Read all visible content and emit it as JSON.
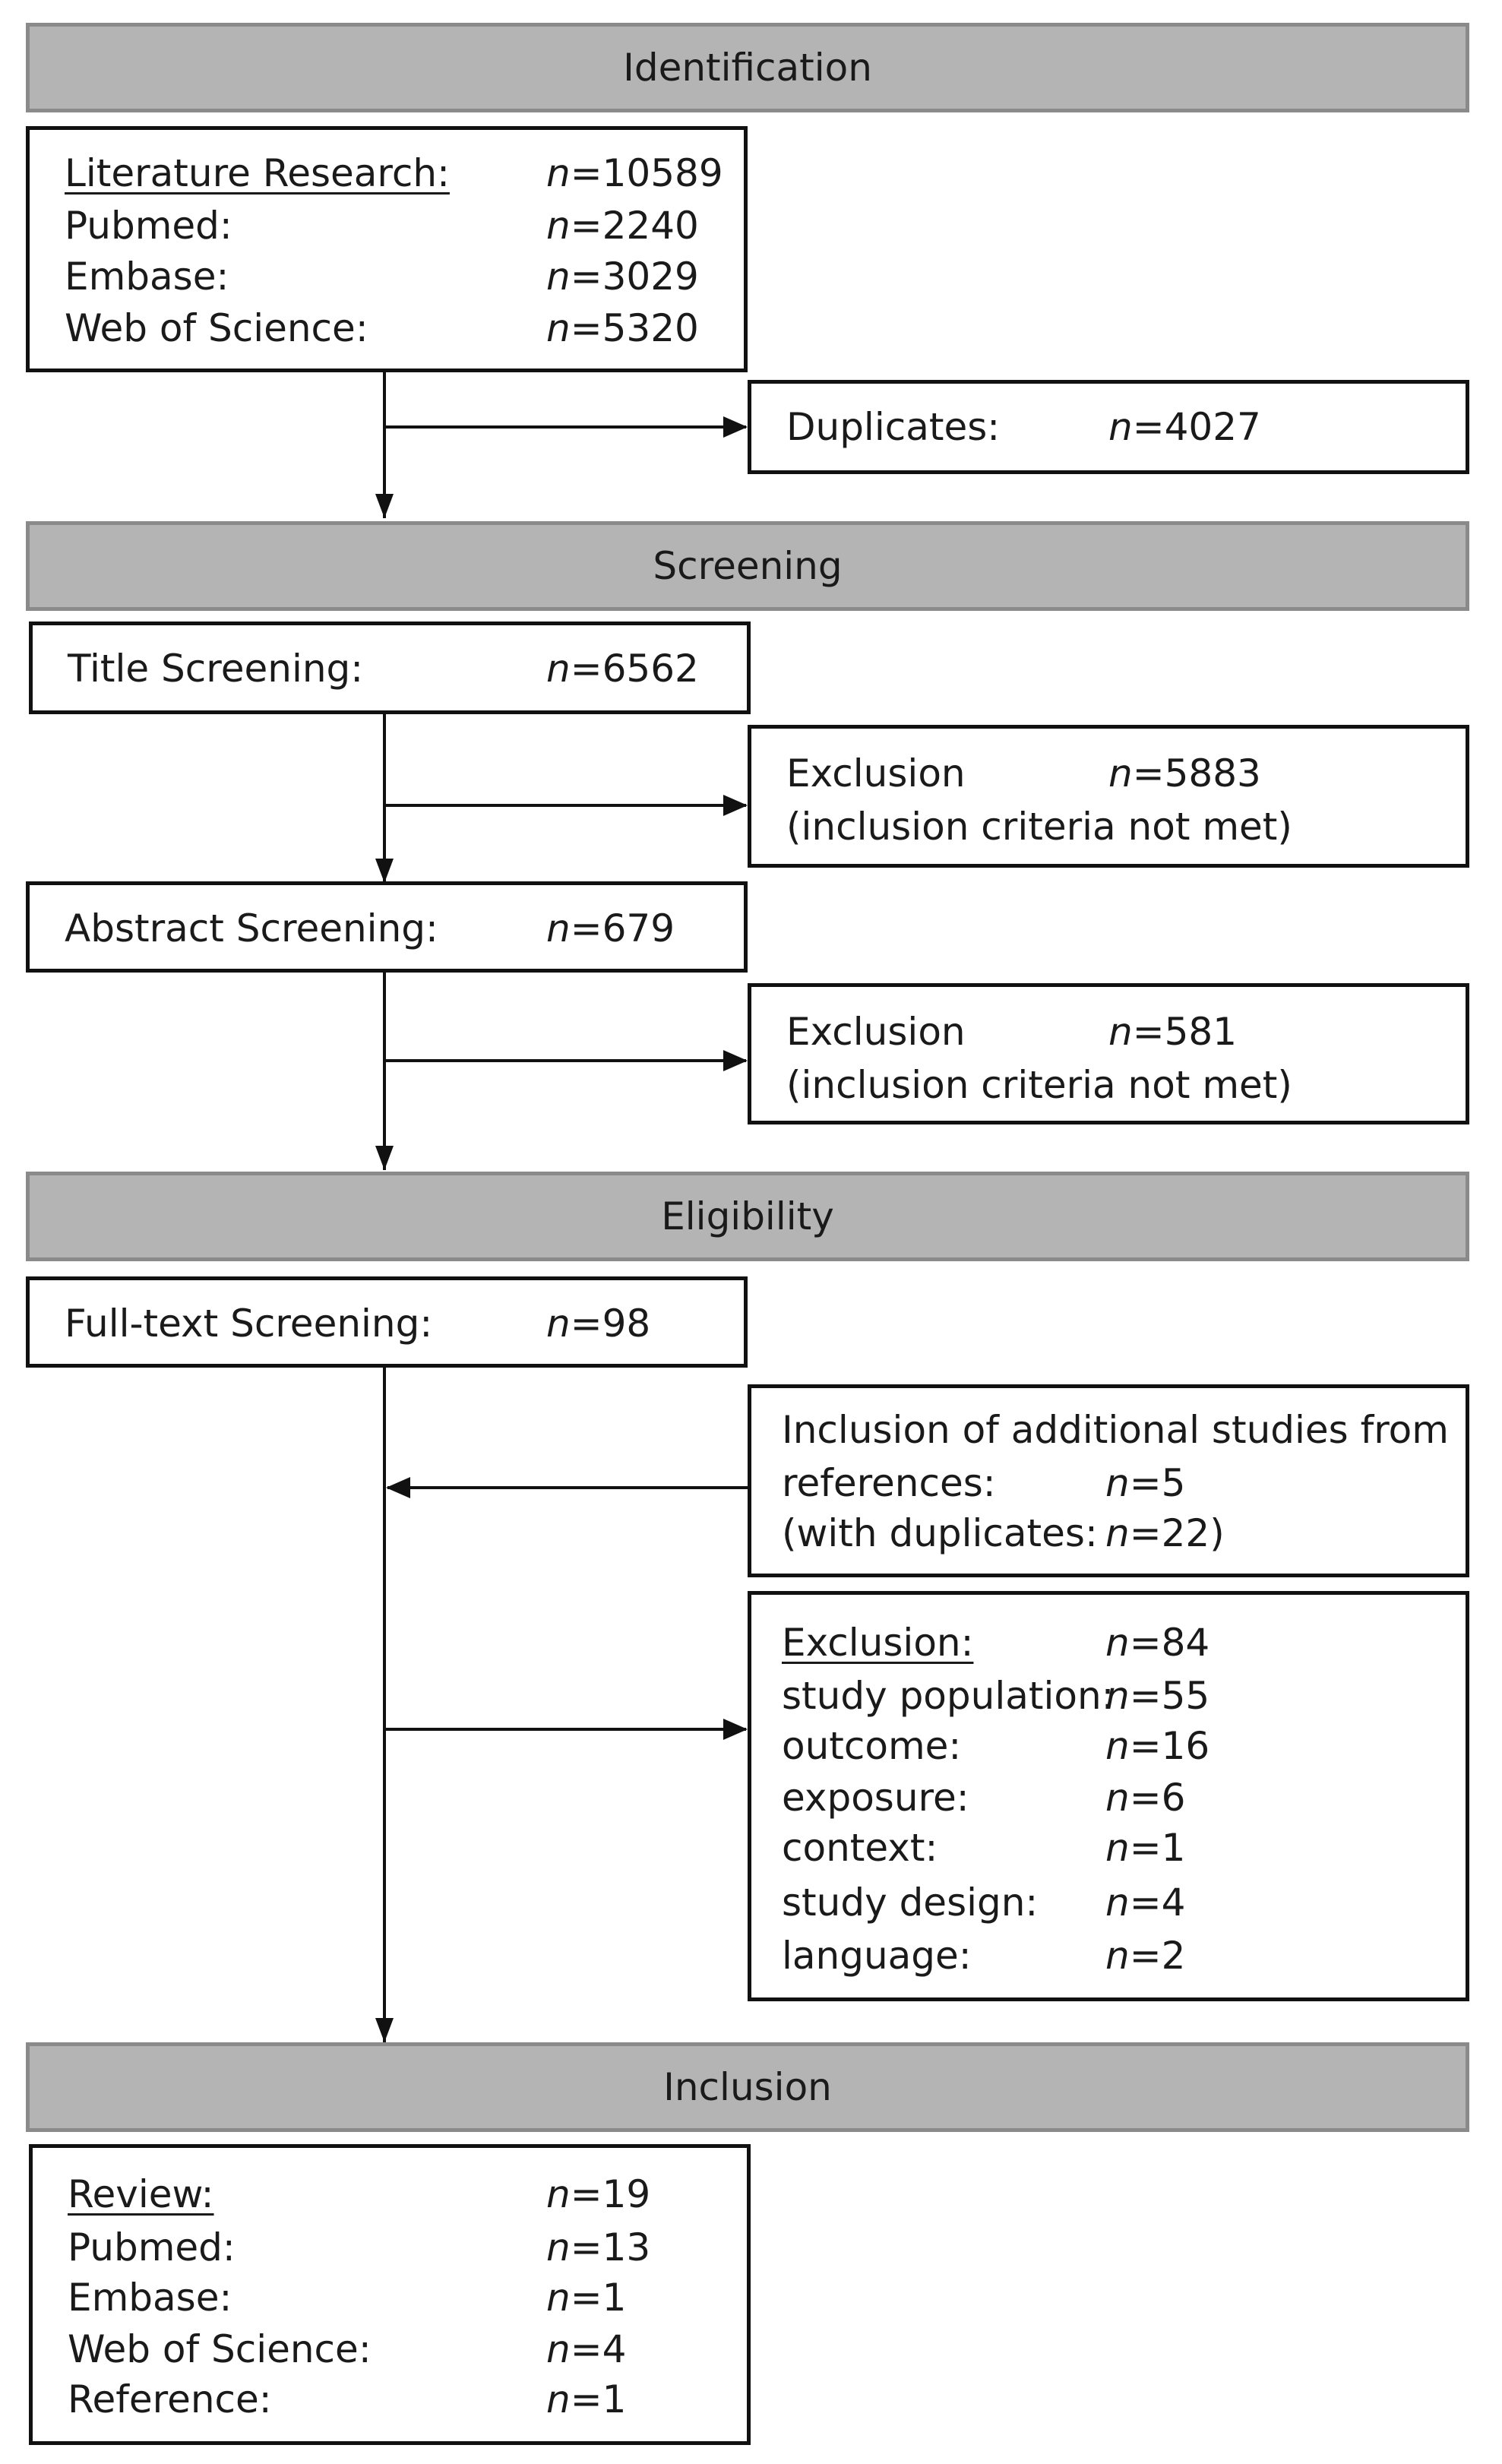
{
  "phases": {
    "identification": "Identification",
    "screening": "Screening",
    "eligibility": "Eligibility",
    "inclusion": "Inclusion"
  },
  "n_symbol": "n",
  "literature": {
    "rows": [
      {
        "label": "Literature Research:",
        "value": "=10589"
      },
      {
        "label": "Pubmed:",
        "value": "=2240"
      },
      {
        "label": "Embase:",
        "value": "=3029"
      },
      {
        "label": "Web of Science:",
        "value": "=5320"
      }
    ]
  },
  "duplicates": {
    "label": "Duplicates:",
    "value": "=4027"
  },
  "title_screening": {
    "label": "Title Screening:",
    "value": "=6562"
  },
  "exclusion_title": {
    "label": "Exclusion",
    "value": "=5883",
    "note": "(inclusion criteria not met)"
  },
  "abstract_screening": {
    "label": "Abstract Screening:",
    "value": "=679"
  },
  "exclusion_abstract": {
    "label": "Exclusion",
    "value": "=581",
    "note": "(inclusion criteria not met)"
  },
  "fulltext_screening": {
    "label": "Full-text Screening:",
    "value": "=98"
  },
  "additional": {
    "line1": "Inclusion of additional studies from",
    "rows": [
      {
        "label": "references:",
        "prefix": "",
        "value": "=5",
        "suffix": ""
      },
      {
        "label": "(with duplicates:",
        "prefix": "",
        "value": "=22",
        "suffix": ")"
      }
    ]
  },
  "exclusion_fulltext": {
    "rows": [
      {
        "label": "Exclusion:",
        "value": "=84"
      },
      {
        "label": "study population:",
        "value": "=55"
      },
      {
        "label": "outcome:",
        "value": "=16"
      },
      {
        "label": "exposure:",
        "value": "=6"
      },
      {
        "label": "context:",
        "value": "=1"
      },
      {
        "label": "study design:",
        "value": "=4"
      },
      {
        "label": "language:",
        "value": "=2"
      }
    ]
  },
  "review": {
    "rows": [
      {
        "label": "Review:",
        "value": "=19"
      },
      {
        "label": "Pubmed:",
        "value": "=13"
      },
      {
        "label": "Embase:",
        "value": "=1"
      },
      {
        "label": "Web of Science:",
        "value": "=4"
      },
      {
        "label": "Reference:",
        "value": "=1"
      }
    ]
  }
}
